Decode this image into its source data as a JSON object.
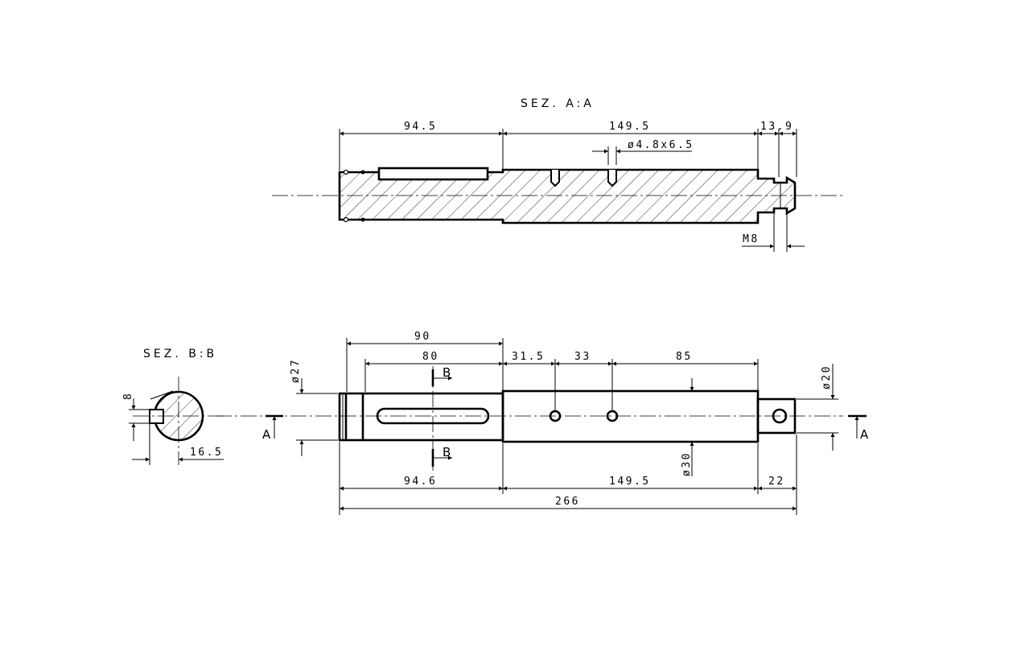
{
  "section_aa": {
    "title": "SEZ. A:A",
    "dim_left": "94.5",
    "dim_mid": "149.5",
    "dim_right": "13.9",
    "hole": "ø4.8x6.5",
    "thread": "M8"
  },
  "section_bb": {
    "title": "SEZ. B:B",
    "dim_key": "8",
    "dim_depth": "16.5"
  },
  "main_view": {
    "dim_90": "90",
    "dim_80": "80",
    "dim_31_5": "31.5",
    "dim_33": "33",
    "dim_85": "85",
    "dia_27": "ø27",
    "dia_20": "ø20",
    "dia_30": "ø30",
    "dim_94_6": "94.6",
    "dim_149_5": "149.5",
    "dim_22": "22",
    "dim_total": "266",
    "cut_a": "A",
    "cut_b": "B"
  }
}
